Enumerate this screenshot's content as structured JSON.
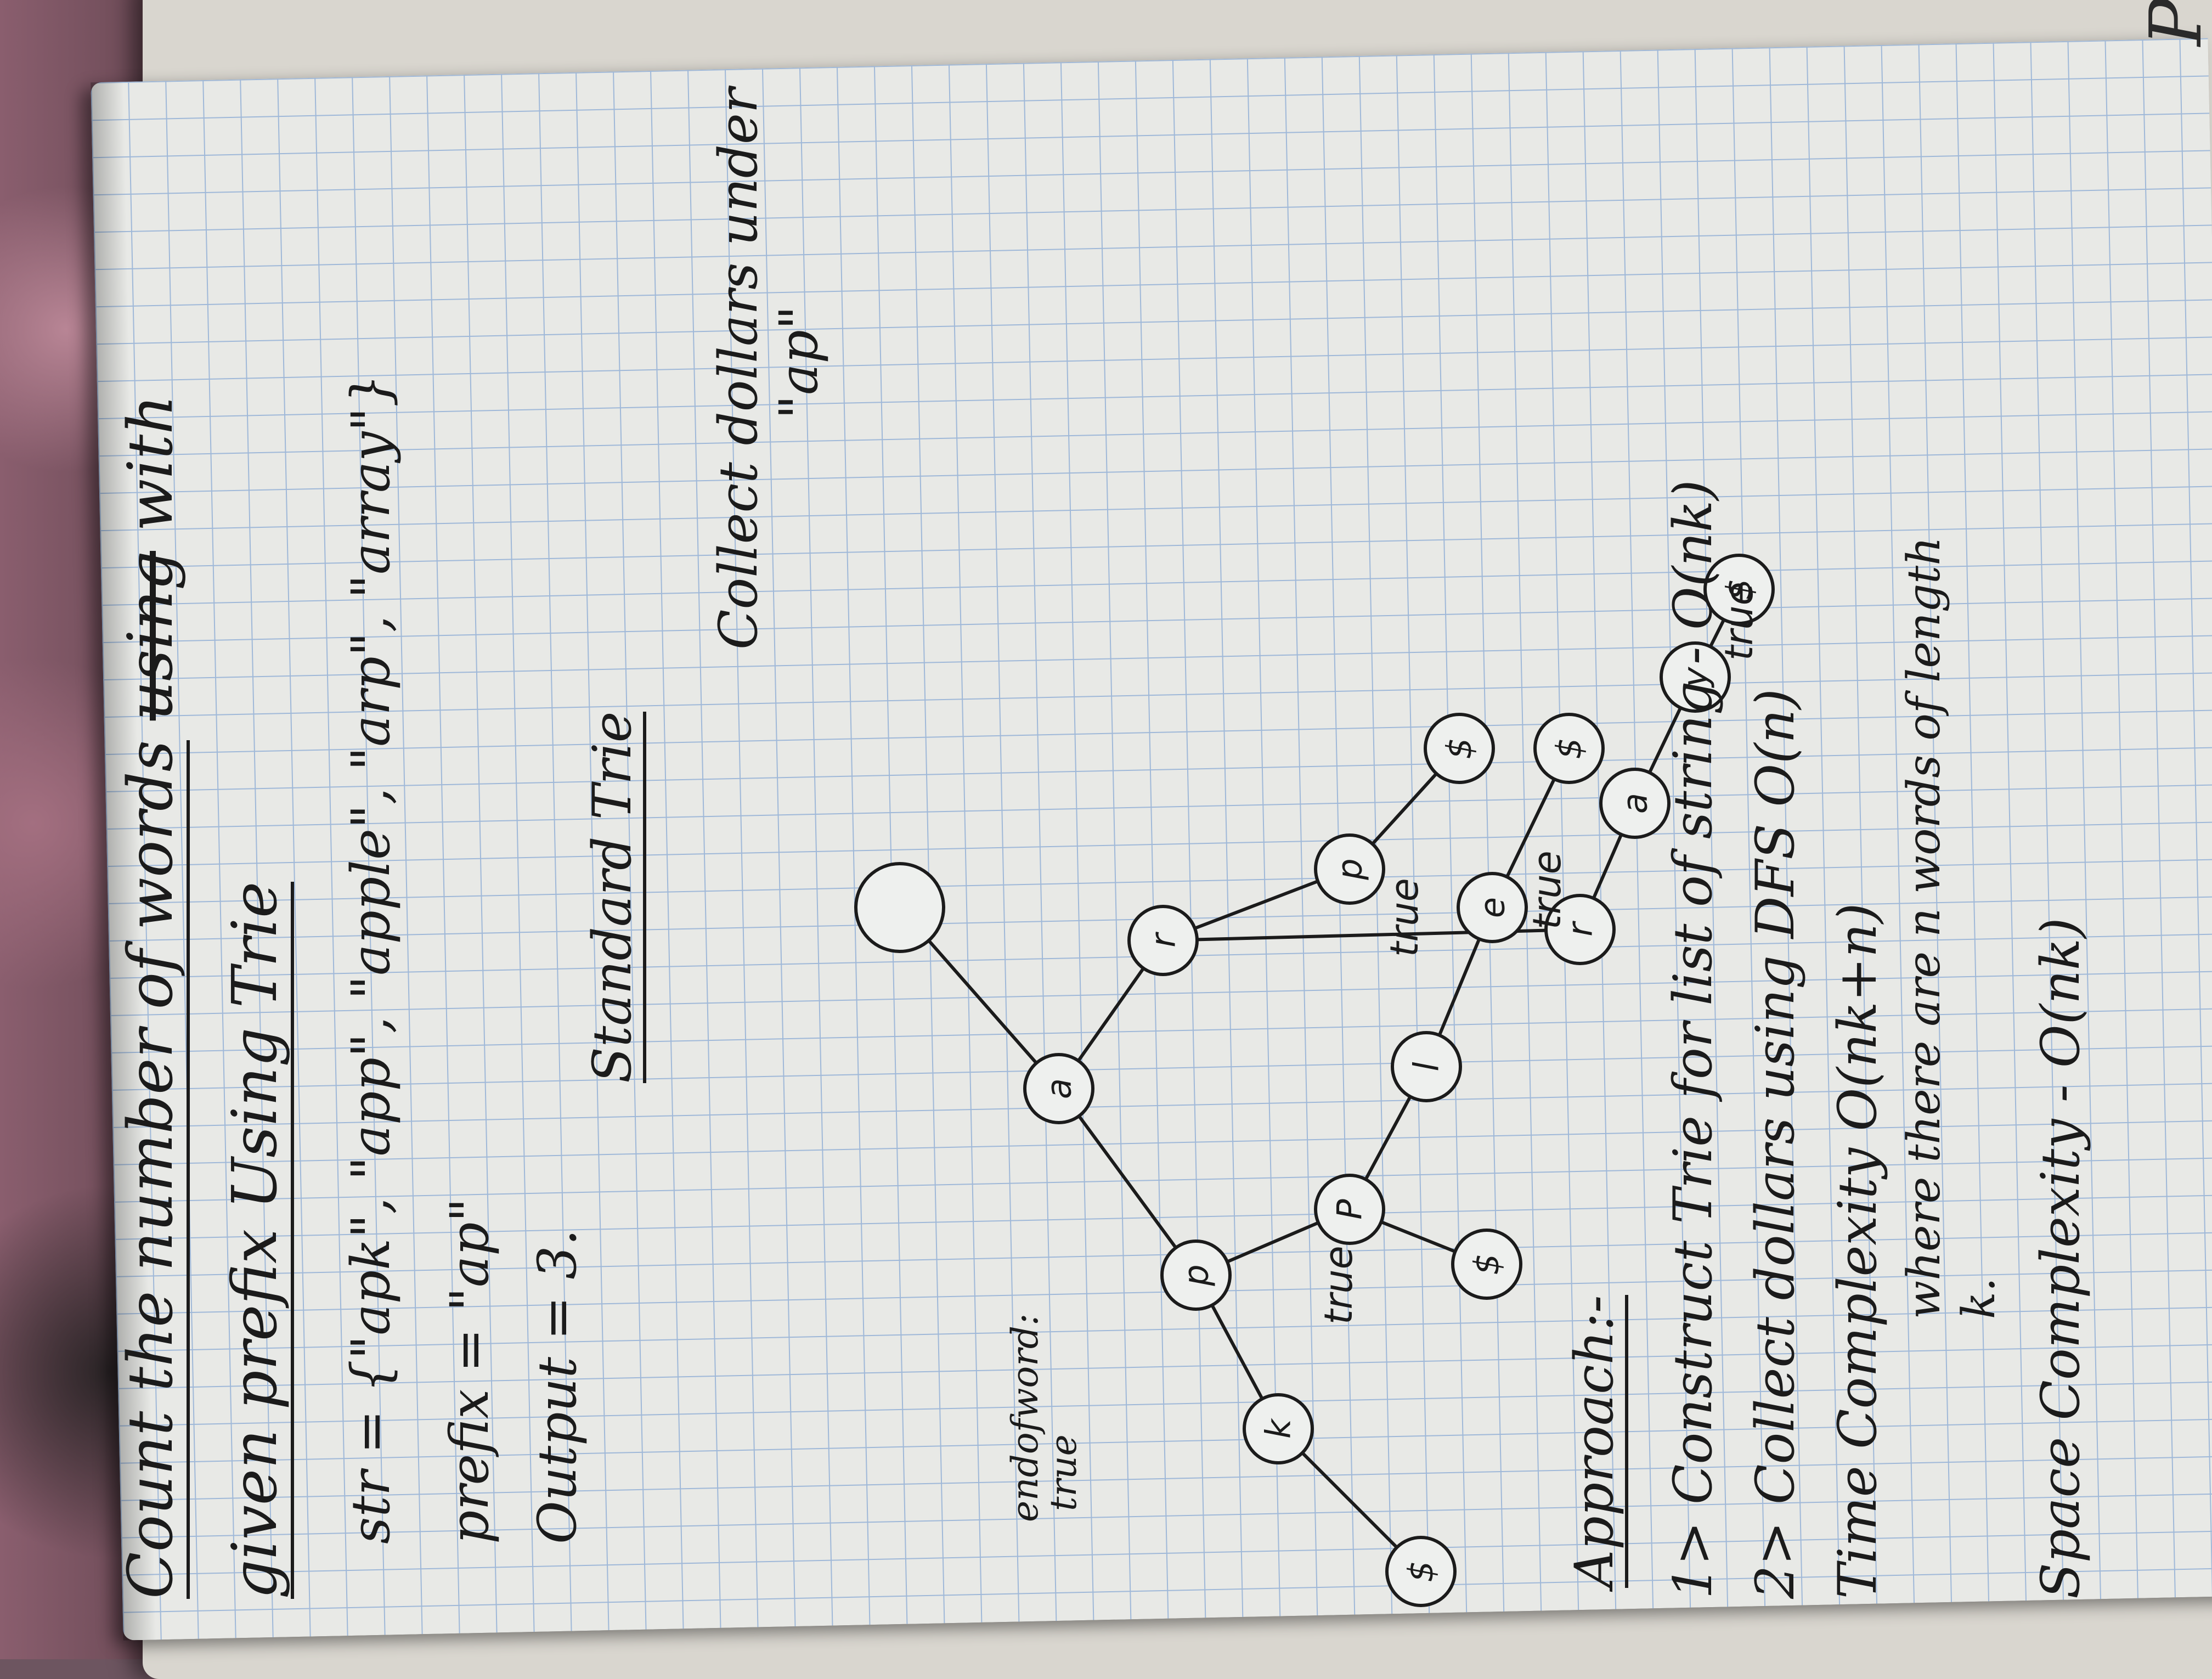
{
  "notes": {
    "title_line1": "Count the number of words",
    "title_crossed": "using",
    "title_line1_end": "with",
    "title_line2": "given prefix Using Trie",
    "str_line": "str = {\"apk\", \"app\", \"apple\", \"arp\", \"array\"}",
    "prefix_line": "prefix = \"ap\"",
    "output_line": "Output = 3.",
    "heading": "Standard Trie",
    "collect_line1": "Collect dollars under",
    "collect_line2": "\"ap\"",
    "end_of_word_label": "endofword:",
    "end_of_word_value": "true",
    "approach_heading": "Approach:-",
    "step1": "1> Construct Trie for list of string - O(nk)",
    "step2": "2> Collect dollars using DFS    O(n)",
    "time_complexity": "Time Complexity O(nk+n)",
    "where_line": "where there are n words of length",
    "k_line": "k.",
    "space_complexity": "Space Complexity - O(nk)",
    "page_corner": "P"
  },
  "trie": {
    "true_label": "true",
    "nodes": [
      {
        "id": "root",
        "label": ""
      },
      {
        "id": "a",
        "label": "a"
      },
      {
        "id": "p1",
        "label": "p"
      },
      {
        "id": "k",
        "label": "k"
      },
      {
        "id": "k_end",
        "label": "$"
      },
      {
        "id": "p2",
        "label": "P"
      },
      {
        "id": "p2_end",
        "label": "$"
      },
      {
        "id": "l",
        "label": "l"
      },
      {
        "id": "e",
        "label": "e"
      },
      {
        "id": "e_end",
        "label": "$"
      },
      {
        "id": "r",
        "label": "r"
      },
      {
        "id": "rp",
        "label": "p"
      },
      {
        "id": "rp_end",
        "label": "$"
      },
      {
        "id": "r2",
        "label": "r"
      },
      {
        "id": "a2",
        "label": "a"
      },
      {
        "id": "y",
        "label": "y"
      },
      {
        "id": "y_end",
        "label": "$"
      }
    ]
  }
}
